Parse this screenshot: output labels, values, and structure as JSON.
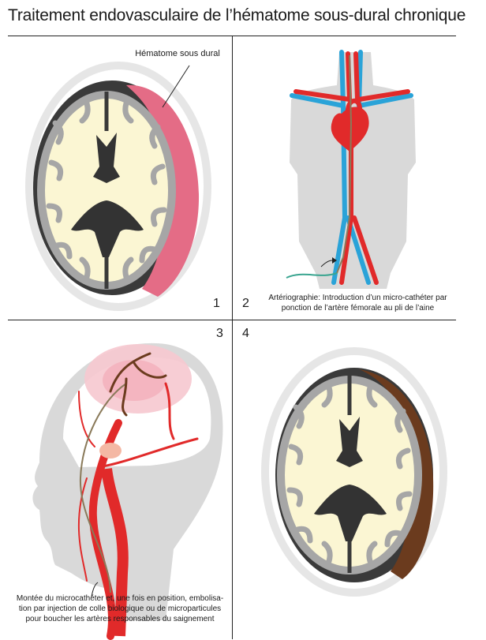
{
  "title": "Traitement endovasculaire de l’hématome sous-dural chronique",
  "panels": [
    {
      "number": "1",
      "label": "Hématome sous dural"
    },
    {
      "number": "2",
      "caption_line1": "Artériographie: Introduction d’un micro-cathéter par",
      "caption_line2": "ponction de l’artère fémorale au pli de l’aine"
    },
    {
      "number": "3",
      "caption_line1": "Montée du microcathéter et, une fois en position, embolisa-",
      "caption_line2": "tion par injection de colle biologique ou de microparticules",
      "caption_line3": "pour boucher les artères responsables du saignement"
    },
    {
      "number": "4"
    }
  ],
  "colors": {
    "hematoma": "#e46c86",
    "artery": "#e12a2a",
    "vein": "#2aa3d8",
    "brain": "#fbf6d3",
    "ventricle": "#333333",
    "skull": "#dcdcdc",
    "cortex_gray": "#9c9c9c",
    "embolized": "#6b3b1e",
    "body": "#d8d8d8"
  }
}
